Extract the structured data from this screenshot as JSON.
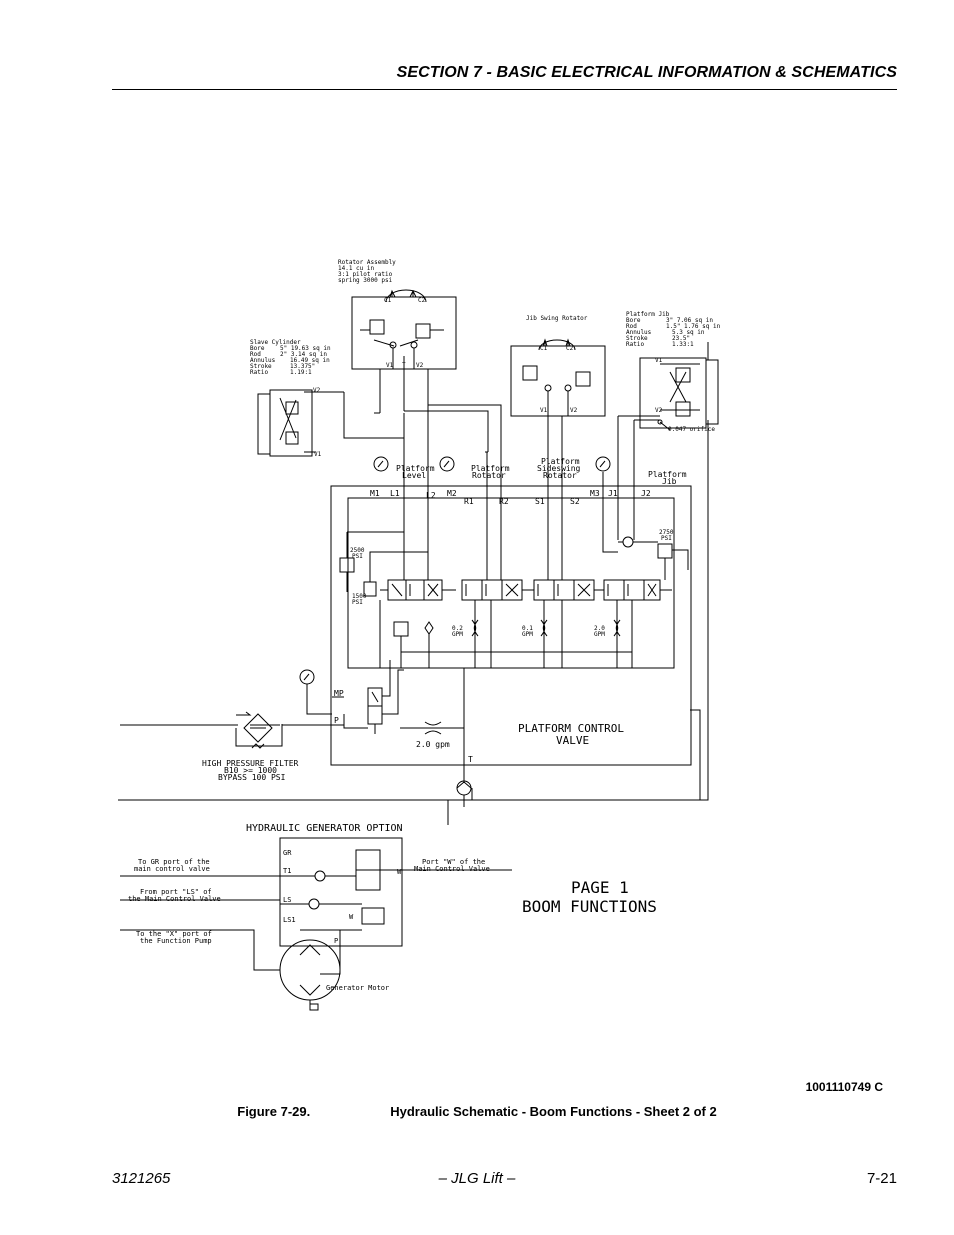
{
  "header": {
    "section_title": "SECTION 7 - BASIC ELECTRICAL INFORMATION & SCHEMATICS"
  },
  "schematic": {
    "rotator_assembly": [
      "Rotator Assembly",
      "14.1 cu in",
      "3:1 pilot ratio",
      "spring 3000 psi"
    ],
    "jib_swing_rotator": "Jib Swing Rotator",
    "platform_jib_spec": [
      [
        "Platform Jib",
        ""
      ],
      [
        "Bore",
        "3\"  7.06 sq in"
      ],
      [
        "Rod",
        "1.5\" 1.76 sq in"
      ],
      [
        "Annulus",
        "5.3 sq in"
      ],
      [
        "Stroke",
        "23.5\""
      ],
      [
        "Ratio",
        "1.33:1"
      ]
    ],
    "slave_cylinder_spec": [
      [
        "Slave Cylinder",
        ""
      ],
      [
        "Bore",
        "5\"  19.63 sq in"
      ],
      [
        "Rod",
        "2\"  3.14 sq in"
      ],
      [
        "Annulus",
        "16.49 sq in"
      ],
      [
        "Stroke",
        "13.375\""
      ],
      [
        "Ratio",
        "1.19:1"
      ]
    ],
    "port_labels": {
      "v1": "V1",
      "v2": "V2",
      "t": "T",
      "c1": "C1",
      "c2": "C2"
    },
    "orifice": "0.047 orifice",
    "sections": {
      "platform_level": [
        "Platform",
        "Level"
      ],
      "platform_rotator": [
        "Platform",
        "Rotator"
      ],
      "platform_sideswing": [
        "Platform",
        "Sideswing",
        "Rotator"
      ],
      "platform_jib": [
        "Platform",
        "Jib"
      ]
    },
    "ports": {
      "m1": "M1",
      "l1": "L1",
      "l2": "L2",
      "m2": "M2",
      "r1": "R1",
      "r2": "R2",
      "s1": "S1",
      "s2": "S2",
      "m3": "M3",
      "j1": "J1",
      "j2": "J2",
      "mp": "MP",
      "p": "P",
      "t": "T"
    },
    "relief_2500": [
      "2500",
      "PSI"
    ],
    "relief_1500": [
      "1500",
      "PSI"
    ],
    "relief_2750": [
      "2750",
      "PSI"
    ],
    "flow_02": [
      "0.2",
      "GPM"
    ],
    "flow_01": [
      "0.1",
      "GPM"
    ],
    "flow_20": [
      "2.0",
      "GPM"
    ],
    "flow_inlet": "2.0 gpm",
    "platform_control_valve": [
      "PLATFORM CONTROL",
      "VALVE"
    ],
    "filter": [
      "HIGH PRESSURE FILTER",
      "B10 >= 1000",
      "BYPASS 100 PSI"
    ],
    "generator": {
      "title": "HYDRAULIC GENERATOR OPTION",
      "to_gr": [
        "To GR port of the",
        "main control valve"
      ],
      "from_ls": [
        "From port \"LS\" of",
        "the Main Control Valve"
      ],
      "to_x": [
        "To the \"X\" port of",
        "the Function Pump"
      ],
      "port_w": [
        "Port \"W\" of the",
        "Main Control Valve"
      ],
      "ports": {
        "gr": "GR",
        "t1": "T1",
        "ls": "LS",
        "ls1": "LS1",
        "p": "P",
        "w": "W"
      },
      "motor": "Generator Motor"
    },
    "page_note": [
      "PAGE 1",
      "BOOM FUNCTIONS"
    ]
  },
  "drawing_number": "1001110749 C",
  "caption": {
    "figure": "Figure 7-29.",
    "title": "Hydraulic Schematic - Boom Functions - Sheet 2 of 2"
  },
  "footer": {
    "doc_number": "3121265",
    "publisher": "– JLG Lift –",
    "page": "7-21"
  }
}
